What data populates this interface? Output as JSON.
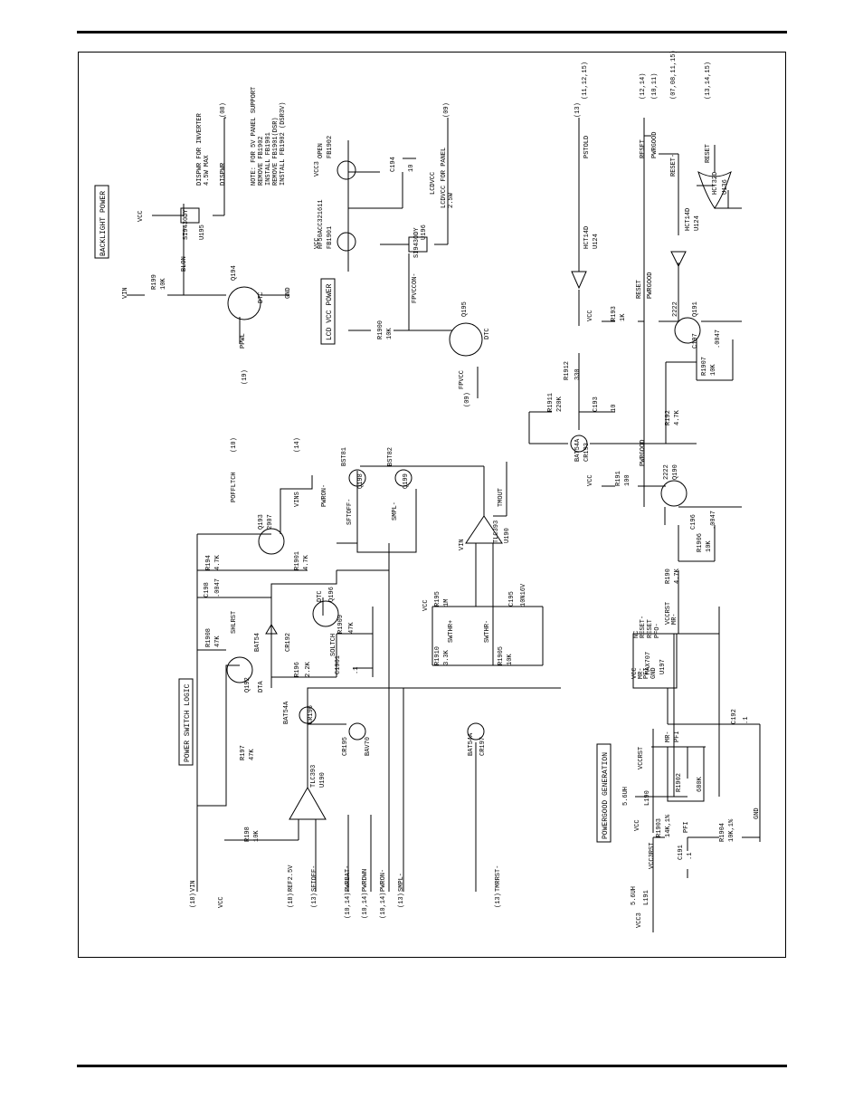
{
  "page": {
    "section_titles": {
      "backlight": "BACKLIGHT POWER",
      "lcdvcc": "LCD VCC POWER",
      "power_switch": "POWER SWITCH LOGIC",
      "powergood": "POWERGOOD GENERATION"
    },
    "labels": [
      {
        "id": "l1",
        "text": "(18)"
      },
      {
        "id": "l2",
        "text": "VIN"
      },
      {
        "id": "l3",
        "text": "VCC"
      },
      {
        "id": "l4",
        "text": "(18)"
      },
      {
        "id": "l5",
        "text": "REF2.5V"
      },
      {
        "id": "l6",
        "text": "(13)"
      },
      {
        "id": "l7",
        "text": "SFTOFF-"
      },
      {
        "id": "l8",
        "text": "(10,14)"
      },
      {
        "id": "l9",
        "text": "PWRBAT-"
      },
      {
        "id": "l10",
        "text": "(10,14)"
      },
      {
        "id": "l11",
        "text": "PWRDWN"
      },
      {
        "id": "l12",
        "text": "(10,14)"
      },
      {
        "id": "l13",
        "text": "PWRON-"
      },
      {
        "id": "l14",
        "text": "(13)"
      },
      {
        "id": "l15",
        "text": "SMPL-"
      },
      {
        "id": "l16",
        "text": "(13)"
      },
      {
        "id": "l17",
        "text": "TMRRST-"
      },
      {
        "id": "l18",
        "text": "R198"
      },
      {
        "id": "l19",
        "text": "10K"
      },
      {
        "id": "l20",
        "text": "TLC393"
      },
      {
        "id": "l21",
        "text": "U190"
      },
      {
        "id": "l22",
        "text": "R197"
      },
      {
        "id": "l23",
        "text": "47K"
      },
      {
        "id": "l24",
        "text": "CR195"
      },
      {
        "id": "l25",
        "text": "BAV70"
      },
      {
        "id": "l26",
        "text": "BAT54A"
      },
      {
        "id": "l27",
        "text": "CR196"
      },
      {
        "id": "l28",
        "text": "Q192"
      },
      {
        "id": "l29",
        "text": "DTA"
      },
      {
        "id": "l30",
        "text": "R1908"
      },
      {
        "id": "l31",
        "text": "47K"
      },
      {
        "id": "l32",
        "text": "BAT54"
      },
      {
        "id": "l33",
        "text": "CR192"
      },
      {
        "id": "l34",
        "text": "R196"
      },
      {
        "id": "l35",
        "text": "2.2K"
      },
      {
        "id": "l36",
        "text": "C1901"
      },
      {
        "id": "l37",
        "text": ".1"
      },
      {
        "id": "l38",
        "text": "C198"
      },
      {
        "id": "l39",
        "text": ".0047"
      },
      {
        "id": "l40",
        "text": "R194"
      },
      {
        "id": "l41",
        "text": "4.7K"
      },
      {
        "id": "l42",
        "text": "R1901"
      },
      {
        "id": "l43",
        "text": "4.7K"
      },
      {
        "id": "l44",
        "text": "Q193"
      },
      {
        "id": "l45",
        "text": "2907"
      },
      {
        "id": "l46",
        "text": "DTC"
      },
      {
        "id": "l47",
        "text": "Q196"
      },
      {
        "id": "l48",
        "text": "R1909"
      },
      {
        "id": "l49",
        "text": "47K"
      },
      {
        "id": "l50",
        "text": "SOLTCH"
      },
      {
        "id": "l51",
        "text": "SHLRST"
      },
      {
        "id": "l52",
        "text": "POFFLTCH"
      },
      {
        "id": "l53",
        "text": "(10)"
      },
      {
        "id": "l54",
        "text": "VINS"
      },
      {
        "id": "l55",
        "text": "(14)"
      },
      {
        "id": "l56",
        "text": "BST81"
      },
      {
        "id": "l57",
        "text": "Q198"
      },
      {
        "id": "l58",
        "text": "BST82"
      },
      {
        "id": "l59",
        "text": "Q199"
      },
      {
        "id": "l60",
        "text": "PWRON-"
      },
      {
        "id": "l61",
        "text": "SFTOFF-"
      },
      {
        "id": "l62",
        "text": "SMPL-"
      },
      {
        "id": "l63",
        "text": "R1910"
      },
      {
        "id": "l64",
        "text": "3.3K"
      },
      {
        "id": "l65",
        "text": "R1905"
      },
      {
        "id": "l66",
        "text": "10K"
      },
      {
        "id": "l67",
        "text": "R195"
      },
      {
        "id": "l68",
        "text": "1M"
      },
      {
        "id": "l69",
        "text": "C195"
      },
      {
        "id": "l70",
        "text": "10N16V"
      },
      {
        "id": "l71",
        "text": "SWTHR+"
      },
      {
        "id": "l72",
        "text": "SWTHR-"
      },
      {
        "id": "l73",
        "text": "TLC393"
      },
      {
        "id": "l74",
        "text": "U190"
      },
      {
        "id": "l75",
        "text": "TMOUT"
      },
      {
        "id": "l76",
        "text": "VIN"
      },
      {
        "id": "l77",
        "text": "BAT54A"
      },
      {
        "id": "l78",
        "text": "CR197"
      },
      {
        "id": "l79",
        "text": "VCC"
      },
      {
        "id": "l80",
        "text": "(19)"
      },
      {
        "id": "l81",
        "text": "PPWL"
      },
      {
        "id": "l82",
        "text": "VIN"
      },
      {
        "id": "l83",
        "text": "R199"
      },
      {
        "id": "l84",
        "text": "10K"
      },
      {
        "id": "l85",
        "text": "BLON-"
      },
      {
        "id": "l86",
        "text": "DTC"
      },
      {
        "id": "l87",
        "text": "Q194"
      },
      {
        "id": "l88",
        "text": "GND"
      },
      {
        "id": "l89",
        "text": "SI9430DY"
      },
      {
        "id": "l90",
        "text": "U195"
      },
      {
        "id": "l91",
        "text": "VCC"
      },
      {
        "id": "l92",
        "text": "DISPWR FOR INVERTER"
      },
      {
        "id": "l93",
        "text": "4.5W MAX"
      },
      {
        "id": "l94",
        "text": "DISPWR"
      },
      {
        "id": "l95",
        "text": "(08)"
      },
      {
        "id": "l96",
        "text": "(09)"
      },
      {
        "id": "l97",
        "text": "FPVCC"
      },
      {
        "id": "l98",
        "text": "R1900"
      },
      {
        "id": "l99",
        "text": "10K"
      },
      {
        "id": "l100",
        "text": "DTC"
      },
      {
        "id": "l101",
        "text": "Q195"
      },
      {
        "id": "l102",
        "text": "FPVCCON-"
      },
      {
        "id": "l103",
        "text": "SI9430DY"
      },
      {
        "id": "l104",
        "text": "U196"
      },
      {
        "id": "l105",
        "text": "LCDVCC"
      },
      {
        "id": "l106",
        "text": "LCDVCC FOR PANEL"
      },
      {
        "id": "l107",
        "text": "2.5W"
      },
      {
        "id": "l108",
        "text": "(09)"
      },
      {
        "id": "l109",
        "text": "VCC3"
      },
      {
        "id": "l110",
        "text": "HF50ACC321611"
      },
      {
        "id": "l111",
        "text": "FB1901"
      },
      {
        "id": "l112",
        "text": "OPEN"
      },
      {
        "id": "l113",
        "text": "FB1902"
      },
      {
        "id": "l114",
        "text": "C194"
      },
      {
        "id": "l115",
        "text": "10"
      },
      {
        "id": "l116",
        "text": "VCC"
      },
      {
        "id": "l117",
        "text": "NOTE: FOR 5V PANEL SUPPORT"
      },
      {
        "id": "l118",
        "text": "REMOVE FB1902"
      },
      {
        "id": "l119",
        "text": "INSTALL FB1901"
      },
      {
        "id": "l120",
        "text": "REMOVE FB1901(DSR)"
      },
      {
        "id": "l121",
        "text": "INSTALL FB1902 (DSR3V)"
      },
      {
        "id": "l122",
        "text": "(13)"
      },
      {
        "id": "l123",
        "text": "CR193"
      },
      {
        "id": "l124",
        "text": "BAT54A"
      },
      {
        "id": "l125",
        "text": "R1911"
      },
      {
        "id": "l126",
        "text": "220K"
      },
      {
        "id": "l127",
        "text": "C193"
      },
      {
        "id": "l128",
        "text": "10"
      },
      {
        "id": "l129",
        "text": "R1912"
      },
      {
        "id": "l130",
        "text": "330"
      },
      {
        "id": "l131",
        "text": "R192"
      },
      {
        "id": "l132",
        "text": "4.7K"
      },
      {
        "id": "l133",
        "text": "R193"
      },
      {
        "id": "l134",
        "text": "1K"
      },
      {
        "id": "l135",
        "text": "VCC"
      },
      {
        "id": "l136",
        "text": "RESET"
      },
      {
        "id": "l137",
        "text": "PWRGOOD"
      },
      {
        "id": "l138",
        "text": "2222"
      },
      {
        "id": "l139",
        "text": "Q191"
      },
      {
        "id": "l140",
        "text": "C197"
      },
      {
        "id": "l141",
        "text": ".0047"
      },
      {
        "id": "l142",
        "text": "R1907"
      },
      {
        "id": "l143",
        "text": "10K"
      },
      {
        "id": "l144",
        "text": "HCT14D"
      },
      {
        "id": "l145",
        "text": "U124"
      },
      {
        "id": "l146",
        "text": "HCT14D"
      },
      {
        "id": "l147",
        "text": "U124"
      },
      {
        "id": "l148",
        "text": "PSTOLD"
      },
      {
        "id": "l149",
        "text": "(11,12,15)"
      },
      {
        "id": "l150",
        "text": "RESET"
      },
      {
        "id": "l151",
        "text": "(12,14)"
      },
      {
        "id": "l152",
        "text": "PWRGOOD"
      },
      {
        "id": "l153",
        "text": "(10,11)"
      },
      {
        "id": "l154",
        "text": "RESET-"
      },
      {
        "id": "l155",
        "text": "(07,08,11,15)"
      },
      {
        "id": "l156",
        "text": "RESET"
      },
      {
        "id": "l157",
        "text": "(13,14,15)"
      },
      {
        "id": "l158",
        "text": "HCT32D"
      },
      {
        "id": "l159",
        "text": "U136"
      },
      {
        "id": "l160",
        "text": "R191"
      },
      {
        "id": "l161",
        "text": "100"
      },
      {
        "id": "l162",
        "text": "VCC"
      },
      {
        "id": "l163",
        "text": "PWRGOOD"
      },
      {
        "id": "l164",
        "text": "2222"
      },
      {
        "id": "l165",
        "text": "Q190"
      },
      {
        "id": "l166",
        "text": "C196"
      },
      {
        "id": "l167",
        "text": ".0047"
      },
      {
        "id": "l168",
        "text": "R1906"
      },
      {
        "id": "l169",
        "text": "10K"
      },
      {
        "id": "l170",
        "text": "R190"
      },
      {
        "id": "l171",
        "text": "4.7K"
      },
      {
        "id": "l172",
        "text": "MAX707"
      },
      {
        "id": "l173",
        "text": "U197"
      },
      {
        "id": "l174",
        "text": "VCC"
      },
      {
        "id": "l175",
        "text": "MR-"
      },
      {
        "id": "l176",
        "text": "PFI"
      },
      {
        "id": "l177",
        "text": "GND"
      },
      {
        "id": "l178",
        "text": "NC"
      },
      {
        "id": "l179",
        "text": "RESET-"
      },
      {
        "id": "l180",
        "text": "RESET"
      },
      {
        "id": "l181",
        "text": "PFO-"
      },
      {
        "id": "l182",
        "text": "VCCRST"
      },
      {
        "id": "l183",
        "text": "MR-"
      },
      {
        "id": "l184",
        "text": "C192"
      },
      {
        "id": "l185",
        "text": ".1"
      },
      {
        "id": "l186",
        "text": "R1902"
      },
      {
        "id": "l187",
        "text": "680K"
      },
      {
        "id": "l188",
        "text": "MR-"
      },
      {
        "id": "l189",
        "text": "PFI"
      },
      {
        "id": "l190",
        "text": "5.6UH"
      },
      {
        "id": "l191",
        "text": "L190"
      },
      {
        "id": "l192",
        "text": "VCCRST"
      },
      {
        "id": "l193",
        "text": "VCC"
      },
      {
        "id": "l194",
        "text": "R1903"
      },
      {
        "id": "l195",
        "text": "14K,1%"
      },
      {
        "id": "l196",
        "text": "PFI"
      },
      {
        "id": "l197",
        "text": "R1904"
      },
      {
        "id": "l198",
        "text": "10K,1%"
      },
      {
        "id": "l199",
        "text": "GND"
      },
      {
        "id": "l200",
        "text": "VCC3"
      },
      {
        "id": "l201",
        "text": "5.6UH"
      },
      {
        "id": "l202",
        "text": "L191"
      },
      {
        "id": "l203",
        "text": "VCC3RST"
      },
      {
        "id": "l204",
        "text": "C191"
      },
      {
        "id": "l205",
        "text": ".1"
      }
    ]
  }
}
